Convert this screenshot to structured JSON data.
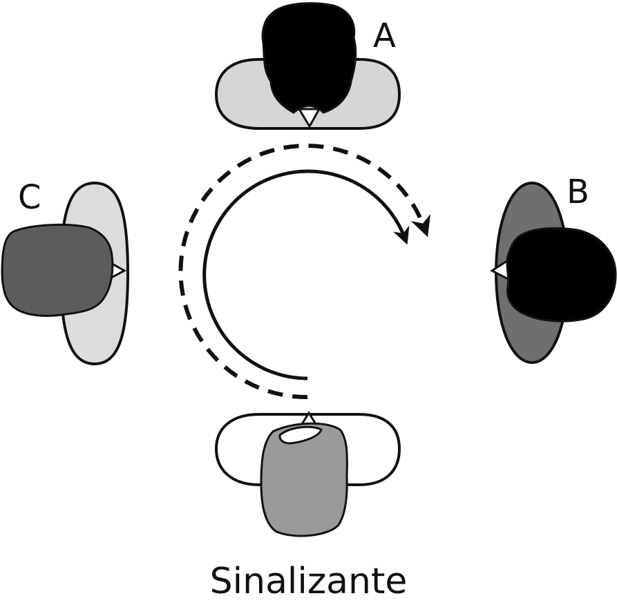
{
  "labels": {
    "a": "A",
    "b": "B",
    "c": "C"
  },
  "caption": "Sinalizante",
  "colors": {
    "ink": "#111111",
    "person_a_body": "#d6d6d6",
    "person_a_head": "#000000",
    "person_b_body": "#6f6f6f",
    "person_b_head": "#000000",
    "person_c_body": "#dcdcdc",
    "person_c_head": "#5c5c5c",
    "signer_body": "#ffffff",
    "signer_head": "#9a9a9a"
  },
  "arrows": [
    {
      "style": "solid",
      "direction": "clockwise"
    },
    {
      "style": "dashed",
      "direction": "clockwise"
    }
  ]
}
